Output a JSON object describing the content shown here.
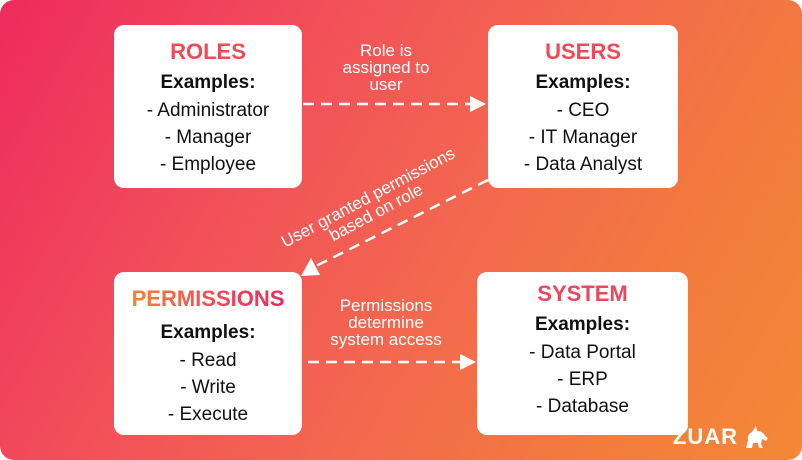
{
  "roles": {
    "title": "ROLES",
    "subtitle": "Examples:",
    "items": [
      "- Administrator",
      "- Manager",
      "- Employee"
    ]
  },
  "users": {
    "title": "USERS",
    "subtitle": "Examples:",
    "items": [
      "- CEO",
      "- IT Manager",
      "- Data Analyst"
    ]
  },
  "permissions": {
    "title": "PERMISSIONS",
    "subtitle": "Examples:",
    "items": [
      "- Read",
      "- Write",
      "- Execute"
    ]
  },
  "system": {
    "title": "SYSTEM",
    "subtitle": "Examples:",
    "items": [
      "- Data Portal",
      "- ERP",
      "- Database"
    ]
  },
  "arrows": {
    "roles_to_users": [
      "Role is",
      "assigned to",
      "user"
    ],
    "users_to_permissions": [
      "User granted permissions",
      "based on role"
    ],
    "permissions_to_system": [
      "Permissions",
      "determine",
      "system access"
    ]
  },
  "logo": {
    "text": "ZUAR",
    "icon": "unicorn-icon"
  },
  "colors": {
    "title_gradient_start": "#f0325e",
    "title_gradient_end": "#f5862f",
    "arrow": "#ffffff"
  }
}
